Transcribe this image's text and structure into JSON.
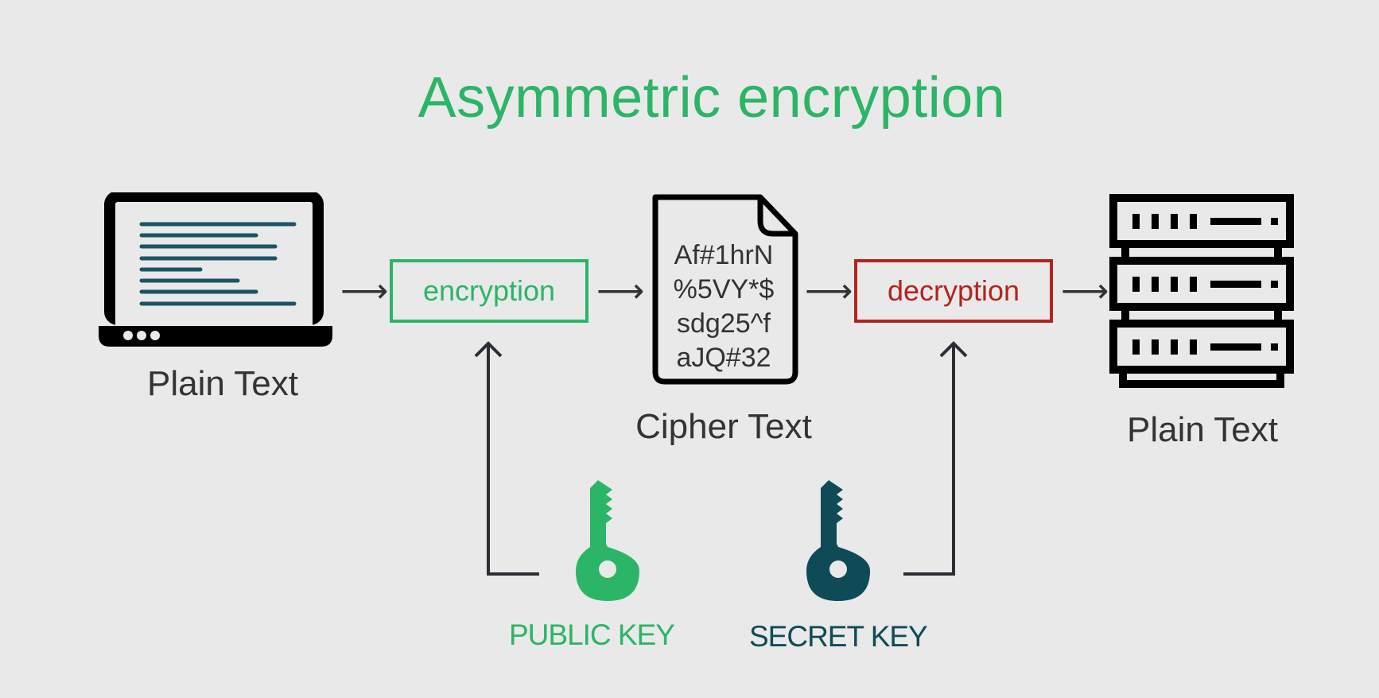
{
  "title": "Asymmetric encryption",
  "colors": {
    "accent_green": "#2bb566",
    "dark_teal": "#0f4a57",
    "decrypt_red": "#b3231f",
    "background": "#e9e9e9",
    "text": "#333333"
  },
  "nodes": {
    "source": {
      "label": "Plain Text",
      "icon": "laptop-icon"
    },
    "encryption": {
      "label": "encryption"
    },
    "cipher": {
      "label": "Cipher Text",
      "icon": "document-icon",
      "lines": [
        "Af#1hrN",
        "%5VY*$",
        "sdg25^f",
        "aJQ#32"
      ]
    },
    "decryption": {
      "label": "decryption"
    },
    "destination": {
      "label": "Plain Text",
      "icon": "server-icon"
    }
  },
  "keys": {
    "public": {
      "label": "PUBLIC KEY",
      "icon": "key-icon"
    },
    "secret": {
      "label": "SECRET KEY",
      "icon": "key-icon"
    }
  },
  "arrow_glyph": "⟶"
}
